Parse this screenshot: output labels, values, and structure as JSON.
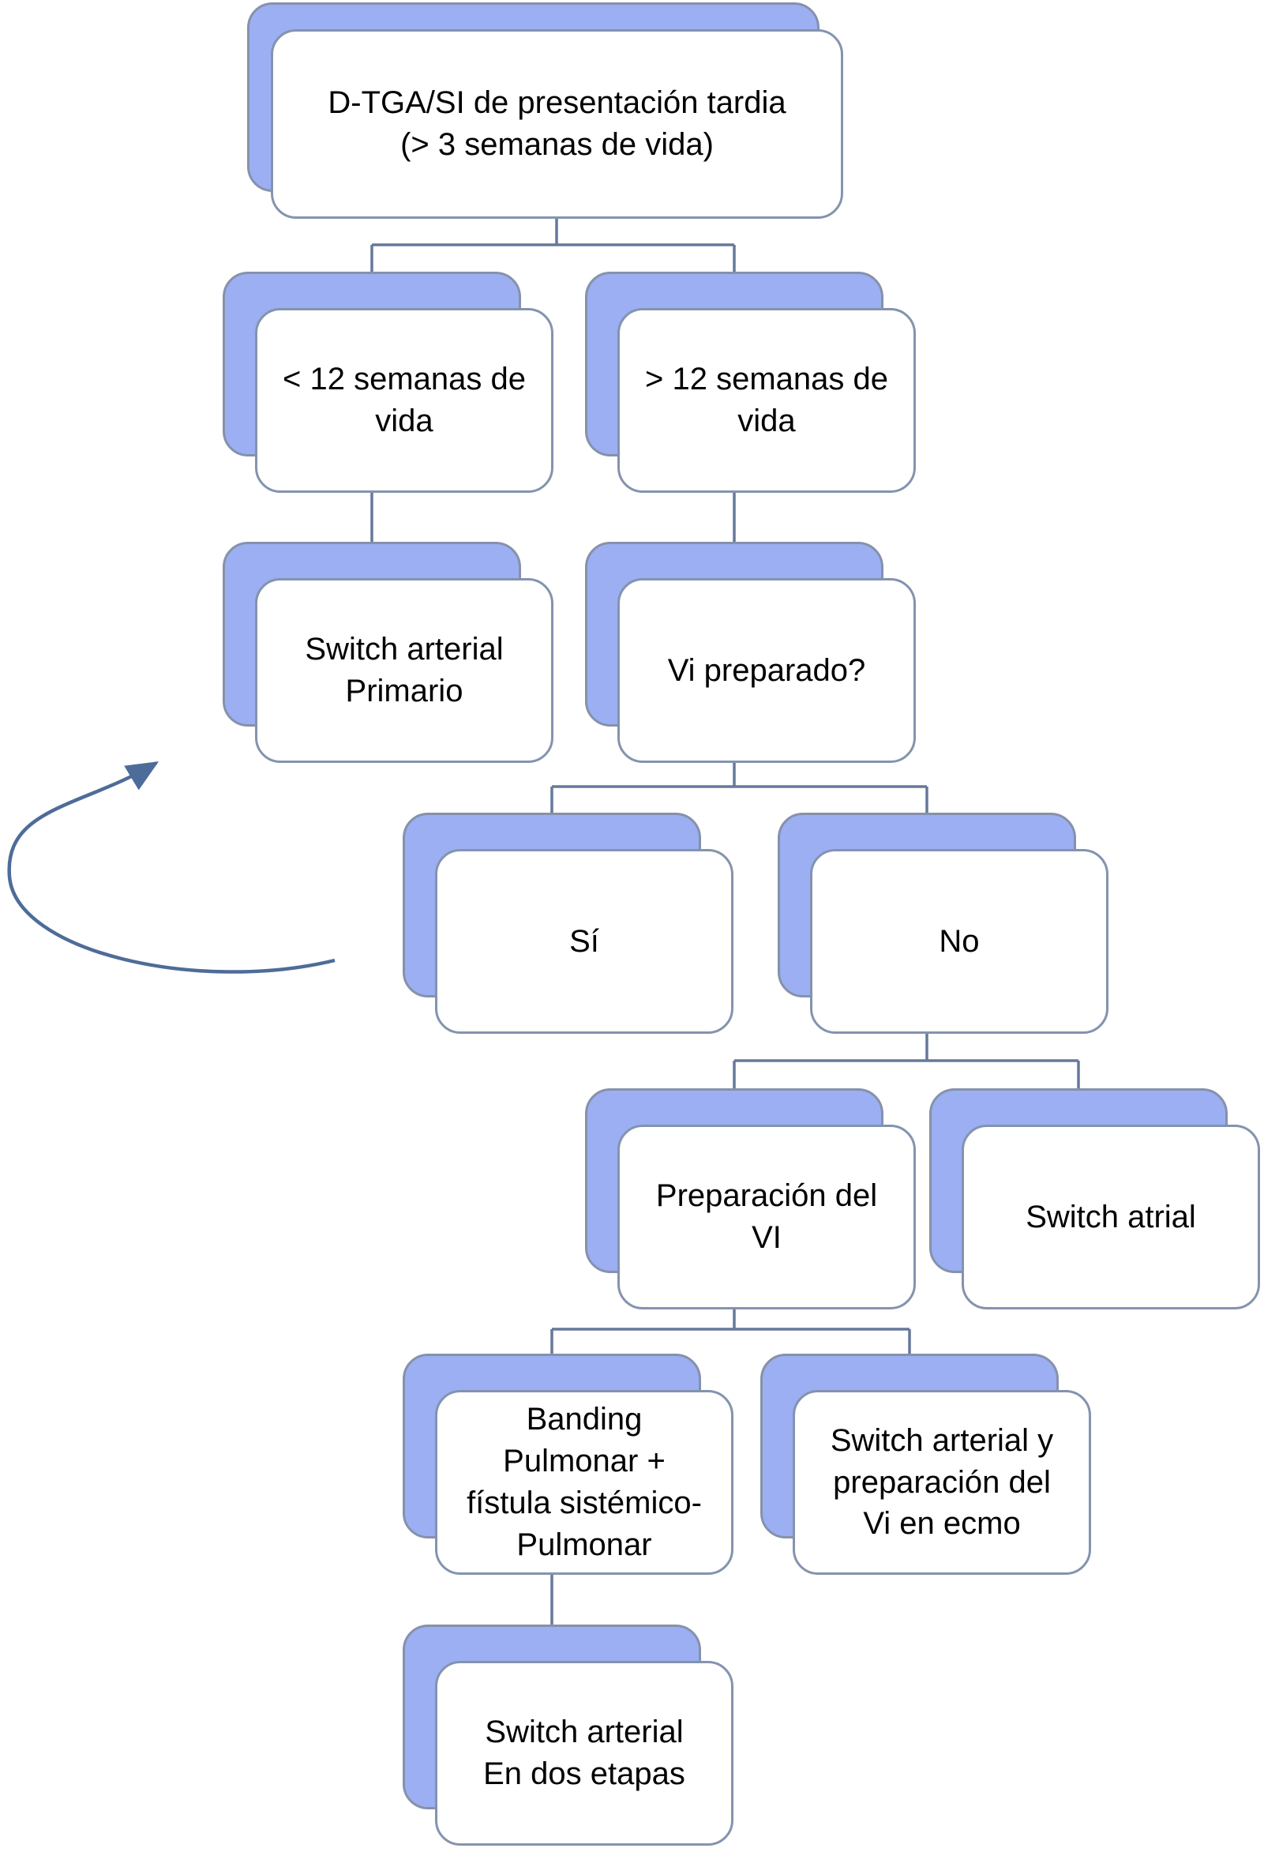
{
  "diagram": {
    "nodes": [
      {
        "id": "root",
        "label": "D-TGA/SI de presentación tardia\n(> 3 semanas de vida)"
      },
      {
        "id": "lt12",
        "label": "< 12 semanas de\nvida"
      },
      {
        "id": "gt12",
        "label": "> 12 semanas de\nvida"
      },
      {
        "id": "primary",
        "label": "Switch arterial\nPrimario"
      },
      {
        "id": "lvready",
        "label": "Vi preparado?"
      },
      {
        "id": "yes",
        "label": "Sí"
      },
      {
        "id": "no",
        "label": "No"
      },
      {
        "id": "lvprep",
        "label": "Preparación del\nVI"
      },
      {
        "id": "atrial",
        "label": "Switch atrial"
      },
      {
        "id": "banding",
        "label": "Banding\nPulmonar +\nfístula sistémico-\nPulmonar"
      },
      {
        "id": "ecmo",
        "label": "Switch arterial y\npreparación del\nVi en ecmo"
      },
      {
        "id": "twostage",
        "label": "Switch arterial\nEn dos etapas"
      }
    ],
    "edges": [
      {
        "from": "root",
        "to": "lt12"
      },
      {
        "from": "root",
        "to": "gt12"
      },
      {
        "from": "lt12",
        "to": "primary"
      },
      {
        "from": "gt12",
        "to": "lvready"
      },
      {
        "from": "lvready",
        "to": "yes"
      },
      {
        "from": "lvready",
        "to": "no"
      },
      {
        "from": "no",
        "to": "lvprep"
      },
      {
        "from": "no",
        "to": "atrial"
      },
      {
        "from": "lvprep",
        "to": "banding"
      },
      {
        "from": "lvprep",
        "to": "ecmo"
      },
      {
        "from": "banding",
        "to": "twostage"
      },
      {
        "from": "yes",
        "to": "primary",
        "type": "curved-arrow"
      }
    ]
  },
  "colors": {
    "canvas_bg": "#ffffff",
    "shadow_fill": "#9BAFF2",
    "shadow_border": "#8691AB",
    "card_fill": "#ffffff",
    "card_border": "#8493AE",
    "connector": "#66789B",
    "arrow": "#4E6C99",
    "text": "#000000"
  }
}
